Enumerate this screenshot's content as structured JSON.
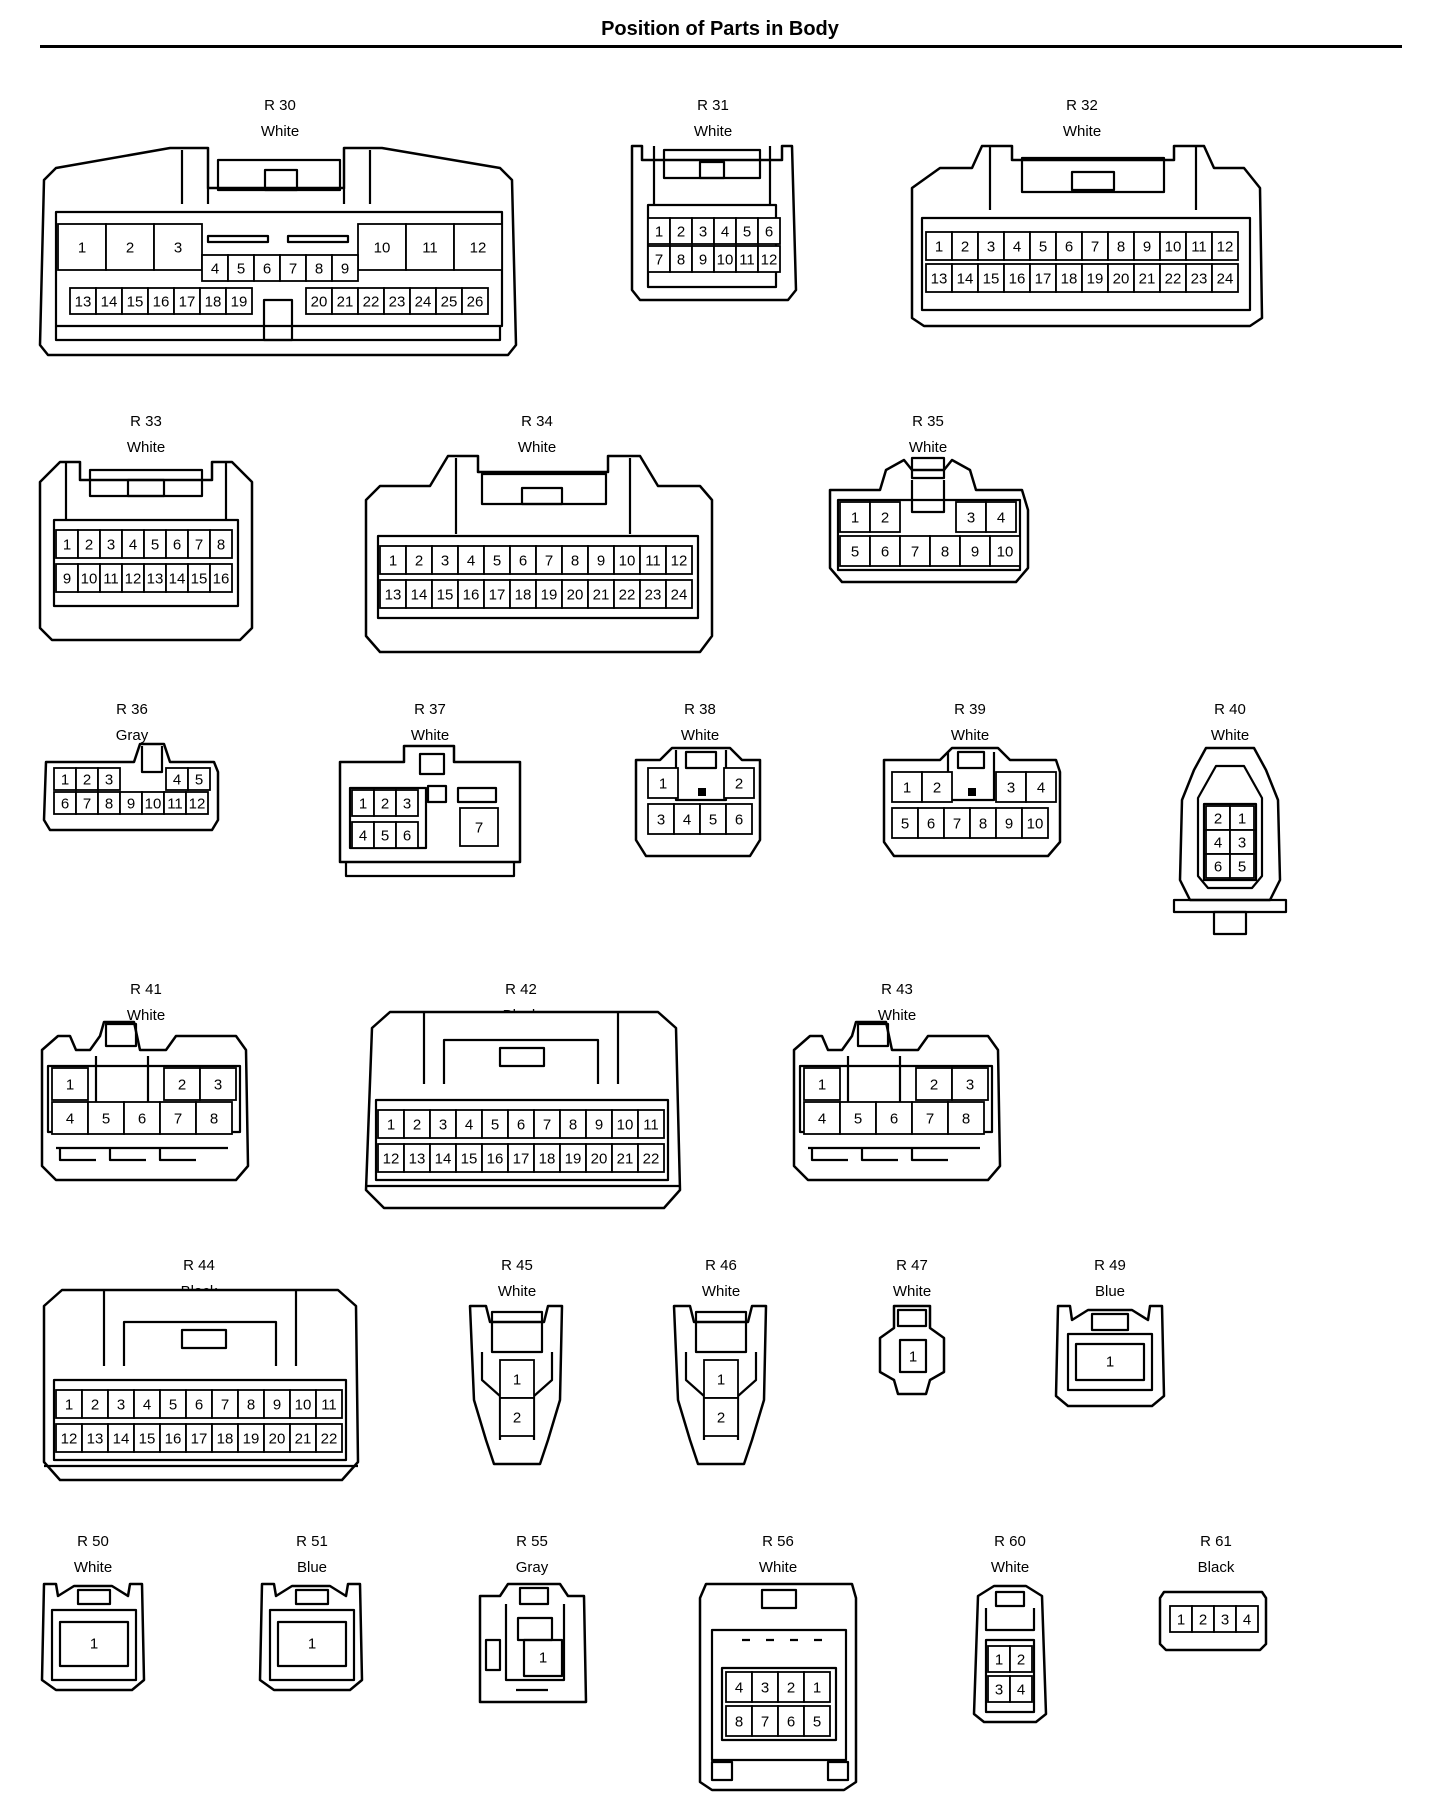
{
  "page": {
    "title": "Position of Parts in Body",
    "accent": "#000000"
  },
  "connectors": [
    {
      "id": "R 30",
      "color": "White"
    },
    {
      "id": "R 31",
      "color": "White"
    },
    {
      "id": "R 32",
      "color": "White"
    },
    {
      "id": "R 33",
      "color": "White"
    },
    {
      "id": "R 34",
      "color": "White"
    },
    {
      "id": "R 35",
      "color": "White"
    },
    {
      "id": "R 36",
      "color": "Gray"
    },
    {
      "id": "R 37",
      "color": "White"
    },
    {
      "id": "R 38",
      "color": "White"
    },
    {
      "id": "R 39",
      "color": "White"
    },
    {
      "id": "R 40",
      "color": "White"
    },
    {
      "id": "R 41",
      "color": "White"
    },
    {
      "id": "R 42",
      "color": "Black"
    },
    {
      "id": "R 43",
      "color": "White"
    },
    {
      "id": "R 44",
      "color": "Black"
    },
    {
      "id": "R 45",
      "color": "White"
    },
    {
      "id": "R 46",
      "color": "White"
    },
    {
      "id": "R 47",
      "color": "White"
    },
    {
      "id": "R 49",
      "color": "Blue"
    },
    {
      "id": "R 50",
      "color": "White"
    },
    {
      "id": "R 51",
      "color": "Blue"
    },
    {
      "id": "R 55",
      "color": "Gray"
    },
    {
      "id": "R 56",
      "color": "White"
    },
    {
      "id": "R 60",
      "color": "White"
    },
    {
      "id": "R 61",
      "color": "Black"
    }
  ]
}
